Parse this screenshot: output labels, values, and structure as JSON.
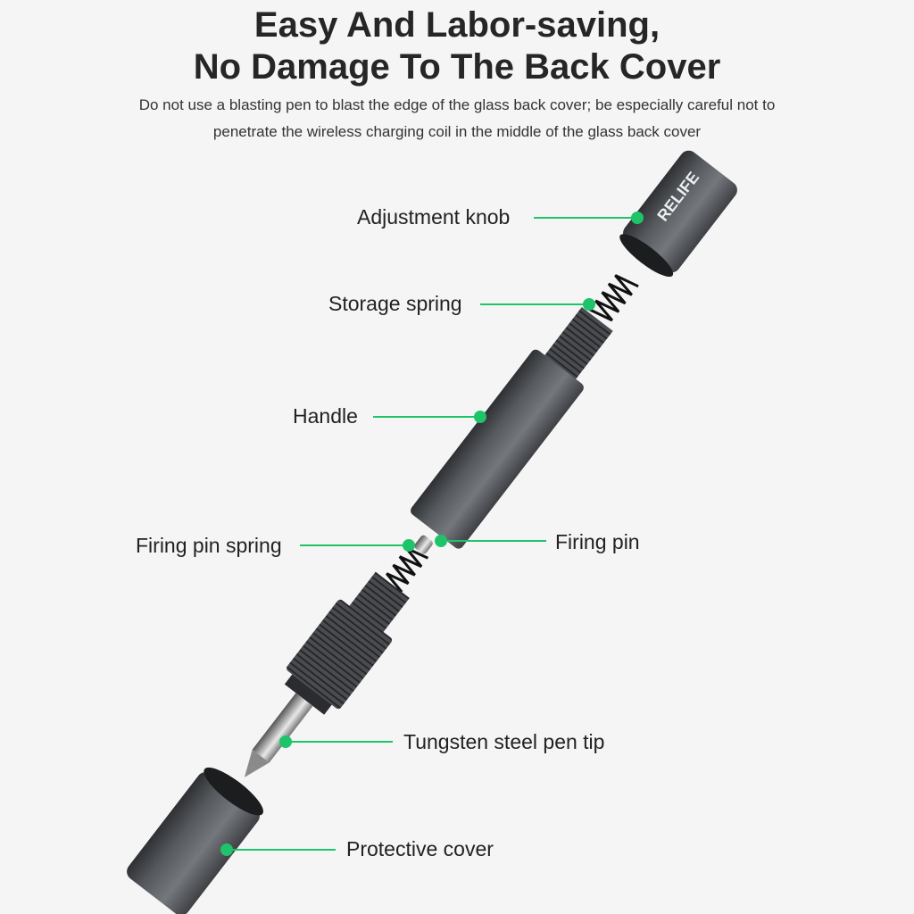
{
  "header": {
    "title_line1": "Easy And Labor-saving,",
    "title_line2": "No Damage To The Back Cover",
    "subtitle_line1": "Do not use a blasting pen to blast the edge of the glass back cover; be especially careful not to",
    "subtitle_line2": "penetrate the wireless charging coil in the middle of the glass back cover"
  },
  "brand_logo": "RELIFE",
  "labels": {
    "adjustment_knob": "Adjustment knob",
    "storage_spring": "Storage spring",
    "handle": "Handle",
    "firing_pin_spring": "Firing pin spring",
    "firing_pin": "Firing pin",
    "pen_tip": "Tungsten steel pen tip",
    "protective_cover": "Protective cover"
  },
  "colors": {
    "callout": "#1fc46a",
    "metal": "#5f6266"
  }
}
